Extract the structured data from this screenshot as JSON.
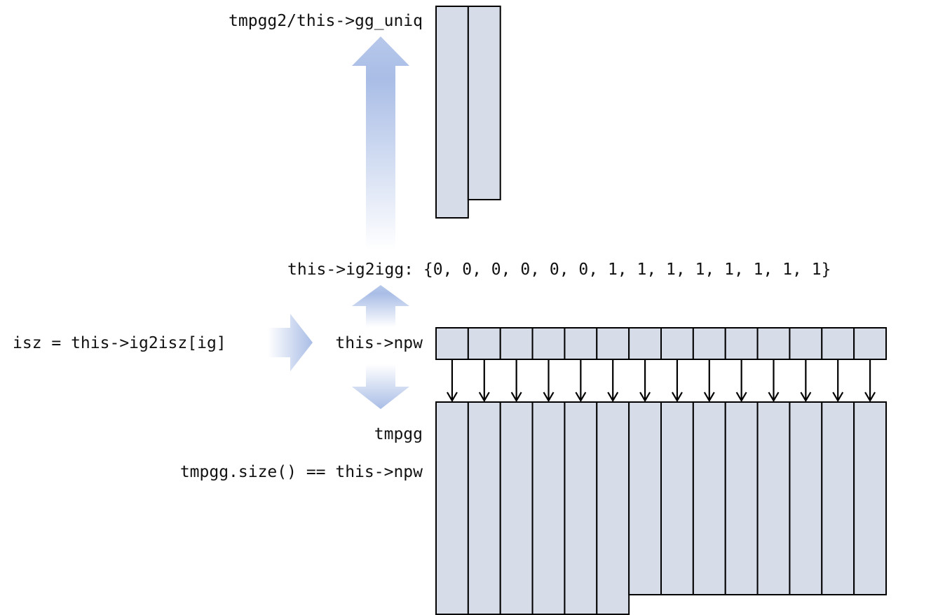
{
  "labels": {
    "gg_uniq": "tmpgg2/this->gg_uniq",
    "ig2igg": "this->ig2igg: {0, 0, 0, 0, 0, 0, 1, 1, 1, 1, 1, 1, 1, 1}",
    "isz": "isz = this->ig2isz[ig]",
    "npw": "this->npw",
    "tmpgg": "tmpgg",
    "size_eq": "tmpgg.size() == this->npw"
  },
  "ig2igg": [
    0,
    0,
    0,
    0,
    0,
    0,
    1,
    1,
    1,
    1,
    1,
    1,
    1,
    1
  ],
  "colors": {
    "cell_fill": "#d6dde8",
    "cell_stroke": "#000000",
    "arrow_gradient": "#a9bde6"
  }
}
